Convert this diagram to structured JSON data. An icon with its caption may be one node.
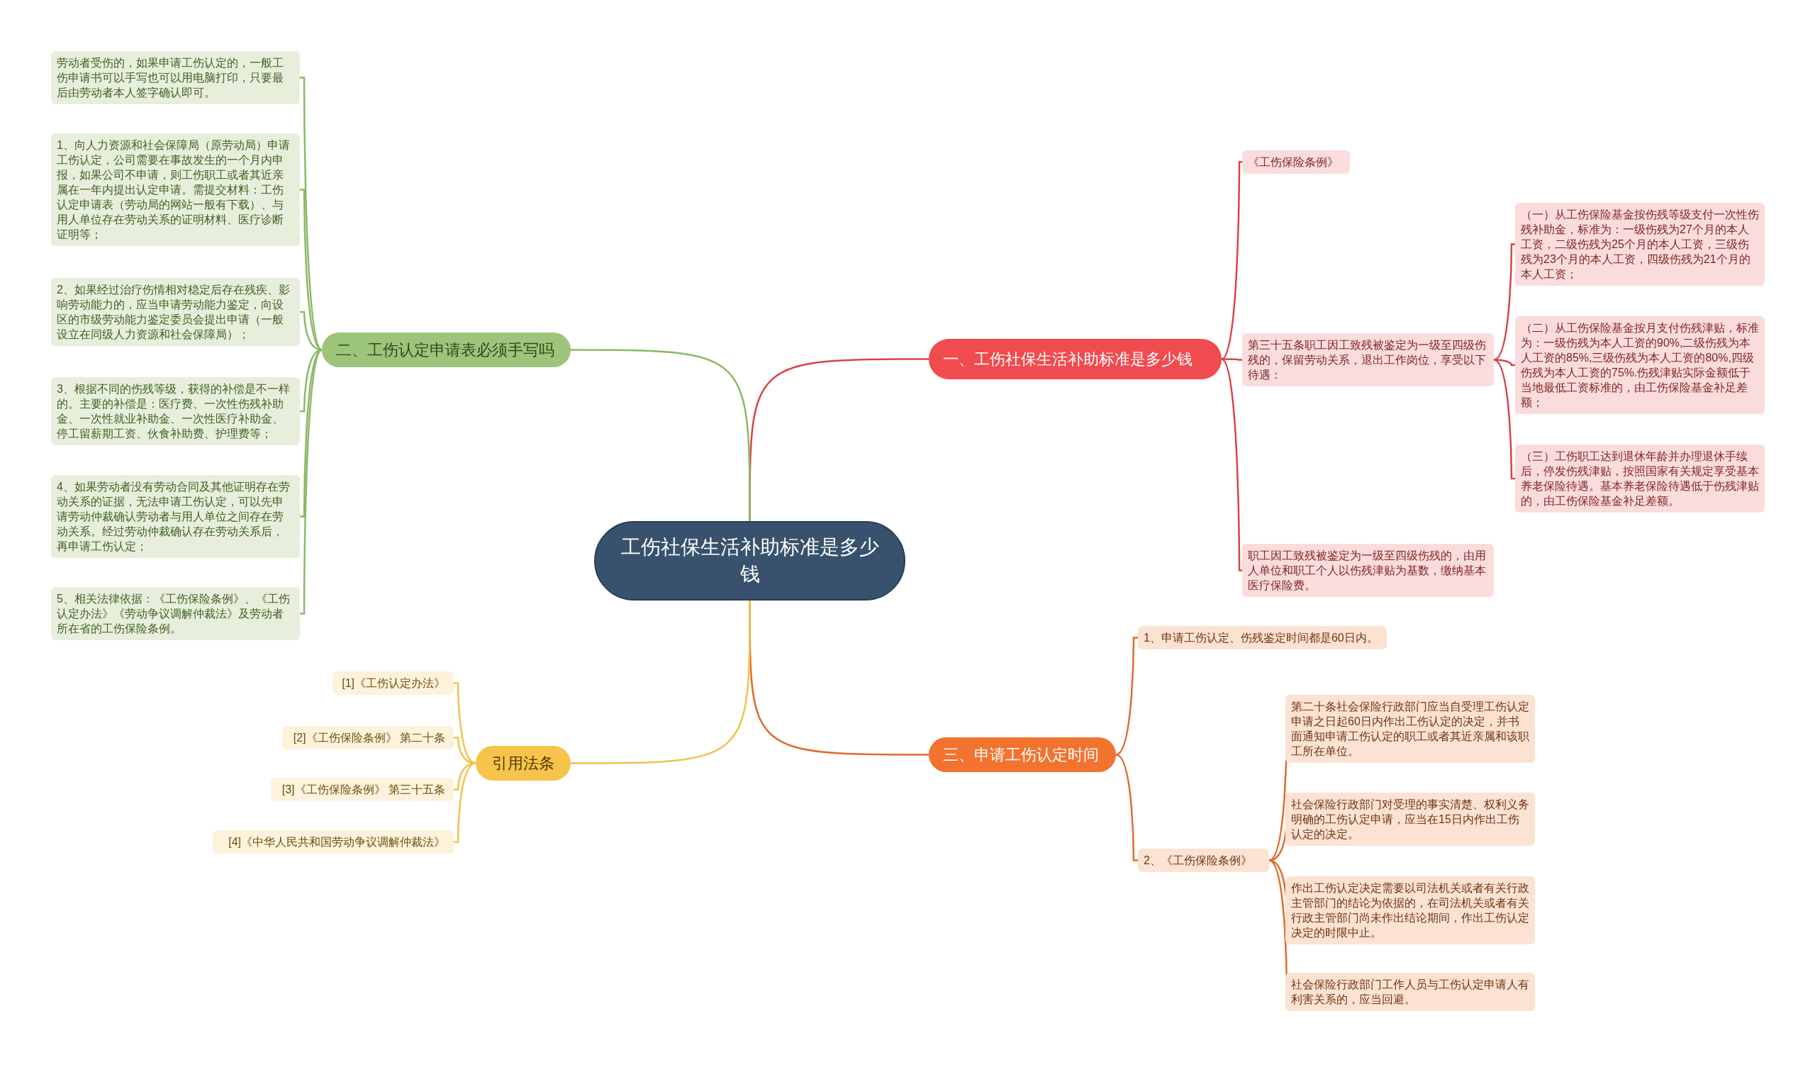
{
  "diagram": {
    "nodes": [
      {
        "text": [
          "工伤社保生活补助标准是多少钱"
        ]
      },
      {
        "text": [
          "一、工伤社保生活补助标准是多少钱"
        ]
      },
      {
        "text": [
          "《工伤保险条例》"
        ]
      },
      {
        "text": [
          "第三十五条职工因工致残被鉴定为一级至四级伤残的，保留劳动关系，退出工作岗位，享受以下待遇："
        ]
      },
      {
        "text": [
          "（一）从工伤保险基金按伤残等级支付一次性伤残补助金，标准为：一级伤残为27个月的本人工资，二级伤残为25个月的本人工资，三级伤残为23个月的本人工资，四级伤残为21个月的本人工资；"
        ]
      },
      {
        "text": [
          "（二）从工伤保险基金按月支付伤残津贴，标准为：一级伤残为本人工资的90%,二级伤残为本人工资的85%,三级伤残为本人工资的80%,四级伤残为本人工资的75%.伤残津贴实际金额低于当地最低工资标准的，由工伤保险基金补足差额；"
        ]
      },
      {
        "text": [
          "（三）工伤职工达到退休年龄并办理退休手续后，停发伤残津贴，按照国家有关规定享受基本养老保险待遇。基本养老保险待遇低于伤残津贴的，由工伤保险基金补足差额。"
        ]
      },
      {
        "text": [
          "职工因工致残被鉴定为一级至四级伤残的，由用人单位和职工个人以伤残津贴为基数，缴纳基本医疗保险费。"
        ]
      },
      {
        "text": [
          "三、申请工伤认定时间"
        ]
      },
      {
        "text": [
          "1、申请工伤认定、伤残鉴定时间都是60日内。"
        ]
      },
      {
        "text": [
          "2、《工伤保险条例》"
        ]
      },
      {
        "text": [
          "第二十条社会保险行政部门应当自受理工伤认定申请之日起60日内作出工伤认定的决定，并书面通知申请工伤认定的职工或者其近亲属和该职工所在单位。"
        ]
      },
      {
        "text": [
          "社会保险行政部门对受理的事实清楚、权利义务明确的工伤认定申请，应当在15日内作出工伤认定的决定。"
        ]
      },
      {
        "text": [
          "作出工伤认定决定需要以司法机关或者有关行政主管部门的结论为依据的，在司法机关或者有关行政主管部门尚未作出结论期间，作出工伤认定决定的时限中止。"
        ]
      },
      {
        "text": [
          "社会保险行政部门工作人员与工伤认定申请人有利害关系的，应当回避。"
        ]
      },
      {
        "text": [
          "二、工伤认定申请表必须手写吗"
        ]
      },
      {
        "text": [
          "劳动者受伤的，如果申请工伤认定的，一般工伤申请书可以手写也可以用电脑打印，只要最后由劳动者本人签字确认即可。"
        ]
      },
      {
        "text": [
          "1、向人力资源和社会保障局（原劳动局）申请工伤认定，公司需要在事故发生的一个月内申报，如果公司不申请，则工伤职工或者其近亲属在一年内提出认定申请。需提交材料：工伤认定申请表（劳动局的网站一般有下载）、与用人单位存在劳动关系的证明材料、医疗诊断证明等；"
        ]
      },
      {
        "text": [
          "2、如果经过治疗伤情相对稳定后存在残疾、影响劳动能力的，应当申请劳动能力鉴定，向设区的市级劳动能力鉴定委员会提出申请（一般设立在同级人力资源和社会保障局）；"
        ]
      },
      {
        "text": [
          "3、根据不同的伤残等级，获得的补偿是不一样的。主要的补偿是：医疗费、一次性伤残补助金、一次性就业补助金、一次性医疗补助金、停工留薪期工资、伙食补助费、护理费等；"
        ]
      },
      {
        "text": [
          "4、如果劳动者没有劳动合同及其他证明存在劳动关系的证据，无法申请工伤认定，可以先申请劳动仲裁确认劳动者与用人单位之间存在劳动关系。经过劳动仲裁确认存在劳动关系后，再申请工伤认定；"
        ]
      },
      {
        "text": [
          "5、相关法律依据：《工伤保险条例》、《工伤认定办法》《劳动争议调解仲裁法》及劳动者所在省的工伤保险条例。"
        ]
      },
      {
        "text": [
          "引用法条"
        ]
      },
      {
        "text": [
          "[1]《工伤认定办法》"
        ]
      },
      {
        "text": [
          "[2]《工伤保险条例》 第二十条"
        ]
      },
      {
        "text": [
          "[3]《工伤保险条例》 第三十五条"
        ]
      },
      {
        "text": [
          "[4]《中华人民共和国劳动争议调解仲裁法》"
        ]
      }
    ],
    "edges": [
      {
        "from": 0,
        "to": 1,
        "arrow": "none",
        "color": "#d9434a"
      },
      {
        "from": 1,
        "to": 2,
        "arrow": "none",
        "color": "#d9434a"
      },
      {
        "from": 1,
        "to": 3,
        "arrow": "none",
        "color": "#d9434a"
      },
      {
        "from": 3,
        "to": 4,
        "arrow": "none",
        "color": "#d9434a"
      },
      {
        "from": 3,
        "to": 5,
        "arrow": "none",
        "color": "#d9434a"
      },
      {
        "from": 3,
        "to": 6,
        "arrow": "none",
        "color": "#d9434a"
      },
      {
        "from": 1,
        "to": 7,
        "arrow": "none",
        "color": "#d9434a"
      },
      {
        "from": 0,
        "to": 8,
        "arrow": "none",
        "color": "#e06a2c"
      },
      {
        "from": 8,
        "to": 9,
        "arrow": "none",
        "color": "#e06a2c"
      },
      {
        "from": 8,
        "to": 10,
        "arrow": "none",
        "color": "#e06a2c"
      },
      {
        "from": 10,
        "to": 11,
        "arrow": "none",
        "color": "#e06a2c"
      },
      {
        "from": 10,
        "to": 12,
        "arrow": "none",
        "color": "#e06a2c"
      },
      {
        "from": 10,
        "to": 13,
        "arrow": "none",
        "color": "#e06a2c"
      },
      {
        "from": 10,
        "to": 14,
        "arrow": "none",
        "color": "#e06a2c"
      },
      {
        "from": 0,
        "to": 15,
        "arrow": "none",
        "color": "#8cb866"
      },
      {
        "from": 15,
        "to": 16,
        "arrow": "none",
        "color": "#8cb866"
      },
      {
        "from": 15,
        "to": 17,
        "arrow": "none",
        "color": "#8cb866"
      },
      {
        "from": 15,
        "to": 18,
        "arrow": "none",
        "color": "#8cb866"
      },
      {
        "from": 15,
        "to": 19,
        "arrow": "none",
        "color": "#8cb866"
      },
      {
        "from": 15,
        "to": 20,
        "arrow": "none",
        "color": "#8cb866"
      },
      {
        "from": 15,
        "to": 21,
        "arrow": "none",
        "color": "#8cb866"
      },
      {
        "from": 0,
        "to": 22,
        "arrow": "none",
        "color": "#efc24a"
      },
      {
        "from": 22,
        "to": 23,
        "arrow": "none",
        "color": "#efc24a"
      },
      {
        "from": 22,
        "to": 24,
        "arrow": "none",
        "color": "#efc24a"
      },
      {
        "from": 22,
        "to": 25,
        "arrow": "none",
        "color": "#efc24a"
      },
      {
        "from": 22,
        "to": 26,
        "arrow": "none",
        "color": "#efc24a"
      }
    ]
  }
}
